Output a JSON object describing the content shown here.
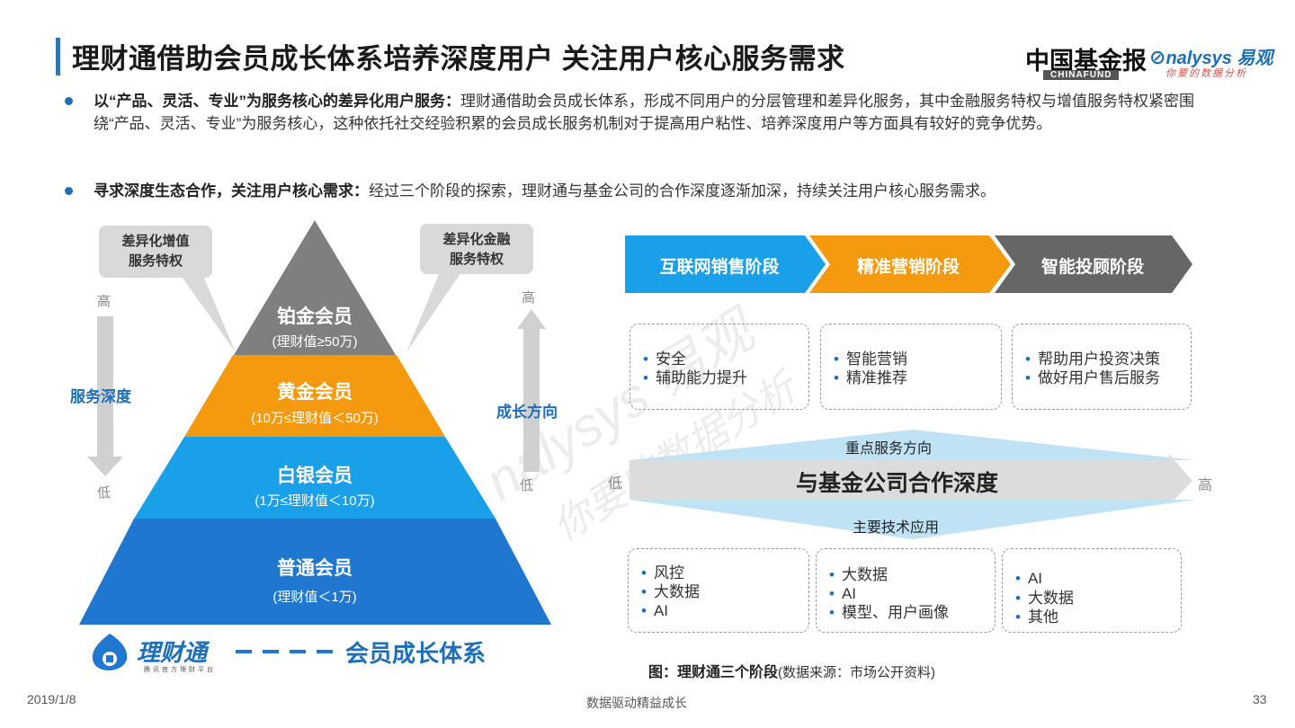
{
  "header": {
    "title": "理财通借助会员成长体系培养深度用户 关注用户核心服务需求",
    "logo_chinafund": "中国基金报",
    "logo_chinafund_en": "CHINAFUND",
    "logo_analysys": "nalysys 易观",
    "logo_analysys_sub": "你要的数据分析"
  },
  "bullets": [
    {
      "bold": "以“产品、灵活、专业”为服务核心的差异化用户服务：",
      "text": "理财通借助会员成长体系，形成不同用户的分层管理和差异化服务，其中金融服务特权与增值服务特权紧密围绕“产品、灵活、专业”为服务核心，这种依托社交经验积累的会员成长服务机制对于提高用户粘性、培养深度用户等方面具有较好的竞争优势。"
    },
    {
      "bold": "寻求深度生态合作，关注用户核心需求：",
      "text": "经过三个阶段的探索，理财通与基金公司的合作深度逐渐加深，持续关注用户核心服务需求。"
    }
  ],
  "pyramid": {
    "left_axis": {
      "label": "服务深度",
      "top": "高",
      "bottom": "低"
    },
    "right_axis": {
      "label": "成长方向",
      "top": "高",
      "bottom": "低"
    },
    "callout_left": "差异化增值\n服务特权",
    "callout_right": "差异化金融\n服务特权",
    "tiers": [
      {
        "name": "铂金会员",
        "range": "(理财值≥50万)",
        "color": "#7f7f7f"
      },
      {
        "name": "黄金会员",
        "range": "(10万≤理财值＜50万)",
        "color": "#f59a0f"
      },
      {
        "name": "白银会员",
        "range": "(1万≤理财值＜10万)",
        "color": "#1aa0e8"
      },
      {
        "name": "普通会员",
        "range": "(理财值＜1万)",
        "color": "#1f77d0"
      }
    ],
    "brand": {
      "name": "理财通",
      "sub": "腾讯官方理财平台",
      "system": "会员成长体系"
    }
  },
  "stages": {
    "steps": [
      {
        "label": "互联网销售阶段",
        "color": "#1aa0e8"
      },
      {
        "label": "精准营销阶段",
        "color": "#f59a0f"
      },
      {
        "label": "智能投顾阶段",
        "color": "#666666"
      }
    ],
    "service_boxes": [
      [
        "安全",
        "辅助能力提升"
      ],
      [
        "智能营销",
        "精准推荐"
      ],
      [
        "帮助用户投资决策",
        "做好用户售后服务"
      ]
    ],
    "upper_label": "重点服务方向",
    "depth_label": "与基金公司合作深度",
    "depth_low": "低",
    "depth_high": "高",
    "lower_label": "主要技术应用",
    "tech_boxes": [
      [
        "风控",
        "大数据",
        "AI"
      ],
      [
        "大数据",
        "AI",
        "模型、用户画像"
      ],
      [
        "AI",
        "大数据",
        "其他"
      ]
    ],
    "caption_bold": "图：理财通三个阶段",
    "caption_source": "(数据来源：市场公开资料)"
  },
  "footer": {
    "date": "2019/1/8",
    "slogan": "数据驱动精益成长",
    "page": "33"
  },
  "watermark": {
    "text1": "nalysys 易观",
    "text2": "你要的数据分析"
  }
}
